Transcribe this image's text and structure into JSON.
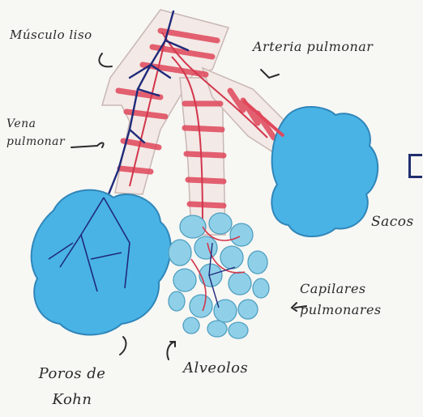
{
  "labels": {
    "musculo_liso": "Músculo liso",
    "arteria_pulmonar": "Arteria pulmonar",
    "vena_pulmonar": "Vena pulmonar",
    "sacos": "Sacos",
    "capilares_pulmonares": "Capilares pulmonares",
    "poros_de_kohn": "Poros de Kohn",
    "alveolos": "Alveolos"
  },
  "colors": {
    "alveolus_blue": "#49b3e6",
    "alveolus_pale": "#7fc6dd",
    "artery_red": "#e0475b",
    "vein_blue": "#1f2a7a",
    "ink": "#2b2b2b"
  }
}
